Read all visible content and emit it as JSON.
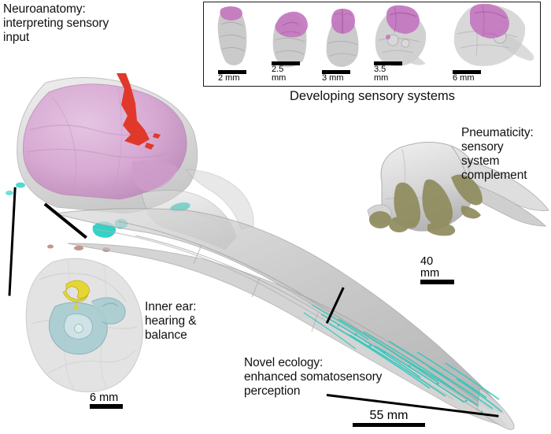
{
  "figure": {
    "title": "Avian sensory system anatomy figure",
    "background": "#ffffff"
  },
  "annotations": [
    {
      "id": "neuroanatomy",
      "text": "Neuroanatomy:\ninterpreting sensory\ninput"
    },
    {
      "id": "pneumaticity",
      "text": "Pneumaticity:\nsensory\nsystem\ncomplement"
    },
    {
      "id": "inner_ear",
      "text": "Inner ear:\nhearing &\nbalance"
    },
    {
      "id": "novel_ecology",
      "text": "Novel ecology:\nenhanced somatosensory\nperception"
    }
  ],
  "inset": {
    "caption": "Developing sensory systems",
    "stages": [
      {
        "scale_label": "2 mm"
      },
      {
        "scale_label": "2.5 mm"
      },
      {
        "scale_label": "3 mm"
      },
      {
        "scale_label": "3.5 mm"
      },
      {
        "scale_label": "6 mm"
      }
    ]
  },
  "scale_bars": [
    {
      "id": "inner_ear_scale",
      "label": "6 mm"
    },
    {
      "id": "pneumaticity_scale",
      "label": "40 mm"
    },
    {
      "id": "main_skull_scale",
      "label": "55 mm"
    }
  ],
  "colors": {
    "brain_endocast": "#d7a6d2",
    "vascular_red": "#e0392b",
    "nerve_cyan": "#33d2c6",
    "inner_ear_teal": "#a9cdd1",
    "ossicle_yellow": "#e6d634",
    "pneumatic_olive": "#8f8c5e",
    "bone_grey": "#c9c9c9",
    "leader_black": "#000000",
    "text_black": "#111111"
  }
}
